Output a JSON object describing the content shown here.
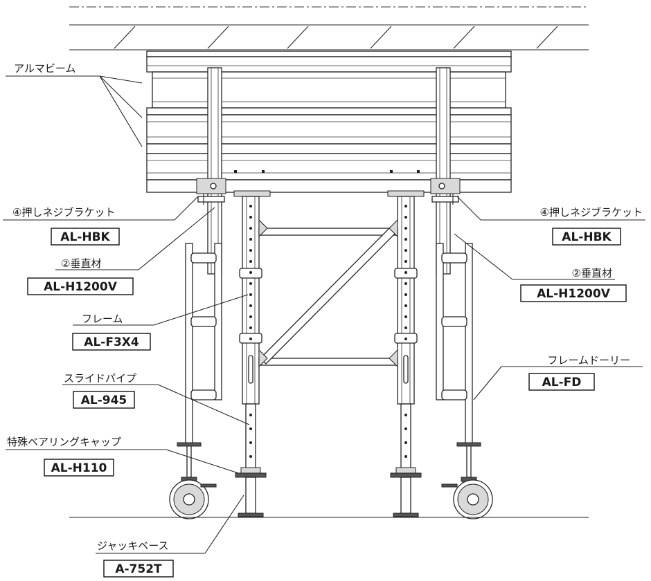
{
  "labels": {
    "alumabeam": "アルマビーム",
    "bracket_left": "④押しネジブラケット",
    "bracket_left_code": "AL-HBK",
    "vertical_left": "②垂直材",
    "vertical_left_code": "AL-H1200V",
    "frame": "フレーム",
    "frame_code": "AL-F3X4",
    "slide_pipe": "スライドパイプ",
    "slide_pipe_code": "AL-945",
    "bearing_cap": "特殊ベアリングキャップ",
    "bearing_cap_code": "AL-H110",
    "jack_base": "ジャッキベース",
    "jack_base_code": "A-752T",
    "bracket_right": "④押しネジブラケット",
    "bracket_right_code": "AL-HBK",
    "vertical_right": "②垂直材",
    "vertical_right_code": "AL-H1200V",
    "frame_dolly": "フレームドーリー",
    "frame_dolly_code": "AL-FD"
  }
}
